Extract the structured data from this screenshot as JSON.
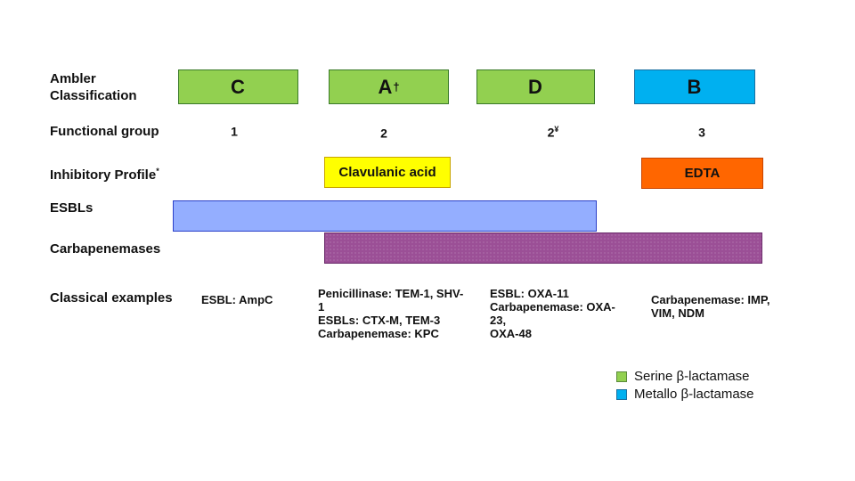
{
  "row_labels": {
    "ambler": "Ambler\nClassification",
    "functional_group": "Functional group",
    "inhibitory_profile": "Inhibitory Profile",
    "inhibitory_profile_mark": "*",
    "esbls": "ESBLs",
    "carbapenemases": "Carbapenemases",
    "classical_examples": "Classical examples"
  },
  "ambler_classes": [
    {
      "label": "C",
      "mark": "",
      "color": "#92d050"
    },
    {
      "label": "A",
      "mark": "†",
      "color": "#92d050"
    },
    {
      "label": "D",
      "mark": "",
      "color": "#92d050"
    },
    {
      "label": "B",
      "mark": "",
      "color": "#00b0f0"
    }
  ],
  "functional_groups": [
    {
      "label": "1",
      "mark": ""
    },
    {
      "label": "2",
      "mark": ""
    },
    {
      "label": "2",
      "mark": "¥"
    },
    {
      "label": "3",
      "mark": ""
    }
  ],
  "inhibitors": [
    {
      "label": "Clavulanic acid",
      "color": "#ffff00"
    },
    {
      "label": "EDTA",
      "color": "#ff6600"
    }
  ],
  "bands": {
    "esbl_color": "#94aeff",
    "carbapenemase_color": "#9b4f96"
  },
  "examples": [
    "ESBL: AmpC",
    "Penicillinase: TEM-1, SHV-\n1\nESBLs: CTX-M, TEM-3\nCarbapenemase: KPC",
    "ESBL: OXA-11\nCarbapenemase: OXA-\n23,\nOXA-48",
    "Carbapenemase: IMP,\nVIM, NDM"
  ],
  "legend": [
    {
      "label": "Serine β-lactamase",
      "color": "#92d050"
    },
    {
      "label": "Metallo β-lactamase",
      "color": "#00b0f0"
    }
  ]
}
